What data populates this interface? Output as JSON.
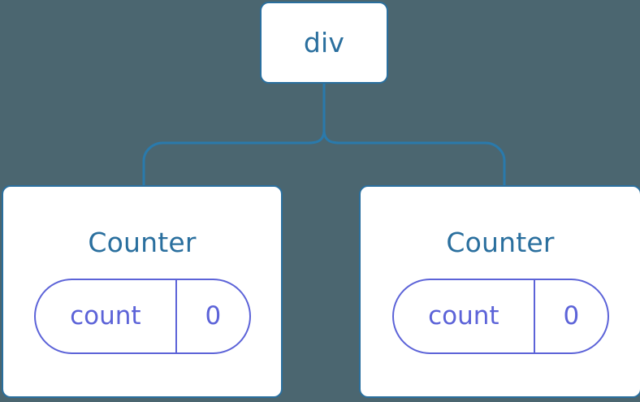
{
  "diagram": {
    "type": "component-tree",
    "background_color": "#4b6670",
    "node_border_color": "#2a6f9e",
    "node_text_color": "#2a6f9e",
    "state_color": "#5c63d8",
    "connector_color": "#2a7aac",
    "root": {
      "label": "div"
    },
    "children": [
      {
        "title": "Counter",
        "state": {
          "key": "count",
          "value": "0"
        }
      },
      {
        "title": "Counter",
        "state": {
          "key": "count",
          "value": "0"
        }
      }
    ]
  }
}
